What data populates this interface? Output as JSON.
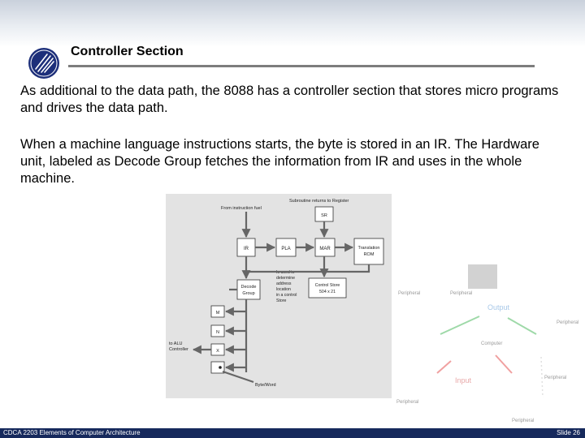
{
  "slide": {
    "title": "Controller Section",
    "paragraph1": "As additional to the data path, the 8088 has a controller section that stores micro programs and drives the data path.",
    "paragraph2": "When a machine language instructions starts, the byte is stored in an IR. The Hardware unit, labeled as Decode Group fetches the information from IR and uses in the whole machine."
  },
  "diagram": {
    "subroutine_label": "Subroutine returns to Register",
    "sr_label": "SR",
    "from_label": "From instruction fuel",
    "ir_label": "IR",
    "pla_label": "PLA",
    "mar_label": "MAR",
    "translation_label_1": "Translation",
    "translation_label_2": "ROM",
    "decode_label_1": "Decode",
    "decode_label_2": "Group",
    "used_note_1": "Is used to",
    "used_note_2": "determine",
    "used_note_3": "address",
    "used_note_4": "location",
    "used_note_5": "in a control",
    "used_note_6": "Store",
    "control_store_1": "Control Store",
    "control_store_2": "504 x 21",
    "m_label": "M",
    "n_label": "N",
    "x_label": "X",
    "to_alu_1": "to ALU",
    "to_alu_2": "Controller",
    "byte_word_label": "Byte/Word"
  },
  "background_art": {
    "peripheral_label": "Peripheral",
    "output_label": "Output",
    "computer_label": "Computer",
    "input_label": "Input"
  },
  "footer": {
    "course": "CDCA 2203 Elements of Computer Architecture",
    "slide": "Slide 26"
  },
  "colors": {
    "footer_bar": "#16295c",
    "logo_blue": "#1d2f7a",
    "title_rule": "#7d7d7d",
    "arrow_green": "#9ed9a8",
    "arrow_red": "#f0a0a0"
  }
}
